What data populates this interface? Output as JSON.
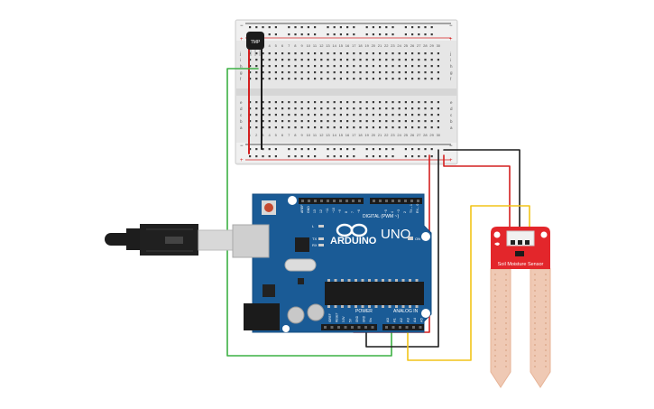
{
  "breadboard": {
    "sensor_label": "TMP",
    "col_numbers": [
      "1",
      "2",
      "3",
      "4",
      "5",
      "6",
      "7",
      "8",
      "9",
      "10",
      "11",
      "12",
      "13",
      "14",
      "15",
      "16",
      "17",
      "18",
      "19",
      "20",
      "21",
      "22",
      "23",
      "24",
      "25",
      "26",
      "27",
      "28",
      "29",
      "30"
    ],
    "row_letters_top": [
      "a",
      "b",
      "c",
      "d",
      "e"
    ],
    "row_letters_bottom": [
      "f",
      "g",
      "h",
      "i",
      "j"
    ],
    "rail_plus": "+",
    "rail_minus": "−"
  },
  "arduino": {
    "brand": "ARDUINO",
    "model": "UNO",
    "digital_label": "DIGITAL (PWM ~)",
    "power_label": "POWER",
    "analog_label": "ANALOG IN",
    "on_label": "ON",
    "tx_label": "TX",
    "rx_label": "RX",
    "l_label": "L",
    "aref_label": "AREF",
    "gnd_label": "GND",
    "power_pins": [
      "IOREF",
      "RESET",
      "3.3V",
      "5V",
      "GND",
      "GND",
      "Vin"
    ],
    "analog_pins": [
      "A0",
      "A1",
      "A2",
      "A3",
      "A4",
      "A5"
    ],
    "digital_pins": [
      "13",
      "12",
      "~11",
      "~10",
      "~9",
      "8",
      "7",
      "~6",
      "~5",
      "4",
      "~3",
      "2",
      "TX→1",
      "RX←0"
    ]
  },
  "moisture_sensor": {
    "label": "Soil Moisture Sensor"
  },
  "colors": {
    "board_blue": "#1a5b96",
    "breadboard": "#e7e7e7",
    "wire_red": "#d42020",
    "wire_black": "#1c1c1c",
    "wire_green": "#3cb043",
    "wire_yellow": "#f2c418",
    "sensor_red": "#e3262b"
  }
}
